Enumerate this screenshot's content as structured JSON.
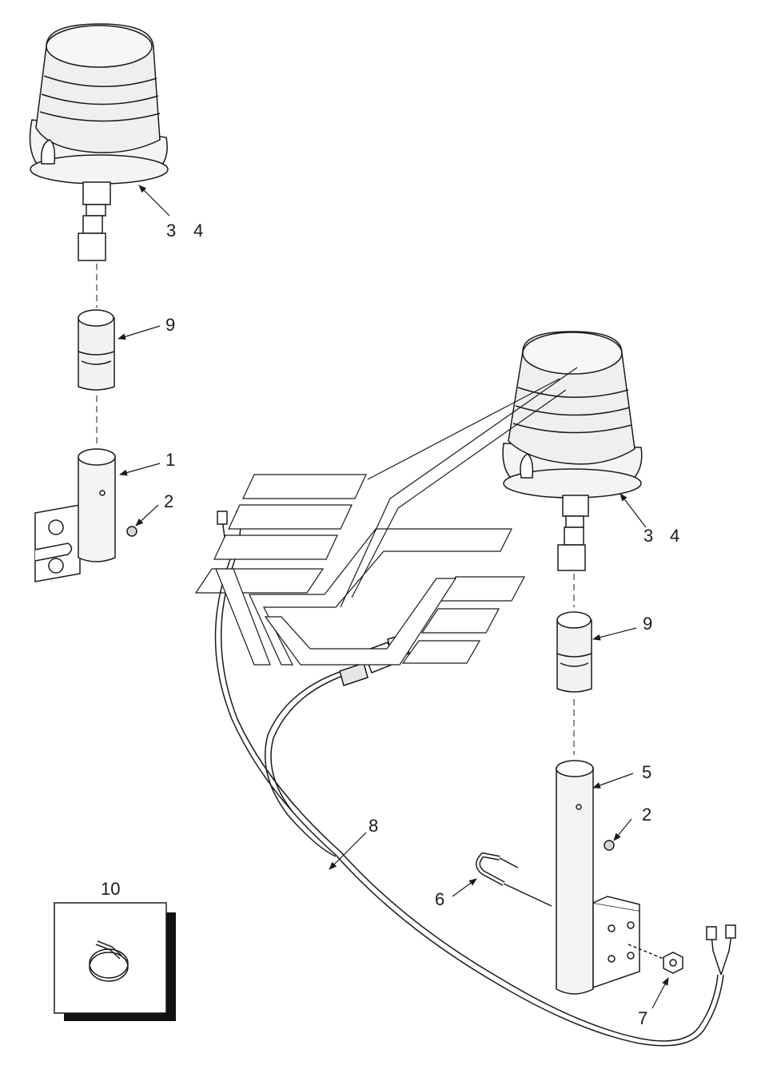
{
  "callouts": {
    "left_beacon_3": "3",
    "left_beacon_4": "4",
    "left_adapter_9": "9",
    "left_mount_1": "1",
    "left_nut_2": "2",
    "right_beacon_3": "3",
    "right_beacon_4": "4",
    "right_adapter_9": "9",
    "right_mount_5": "5",
    "right_nut_2": "2",
    "harness_8": "8",
    "ubolt_6": "6",
    "nut_7": "7",
    "clamp_kit_10": "10"
  },
  "colors": {
    "line": "#1a1a1a",
    "fill": "#ffffff",
    "shade": "#e8e8e8",
    "inset_shadow": "#111111"
  }
}
